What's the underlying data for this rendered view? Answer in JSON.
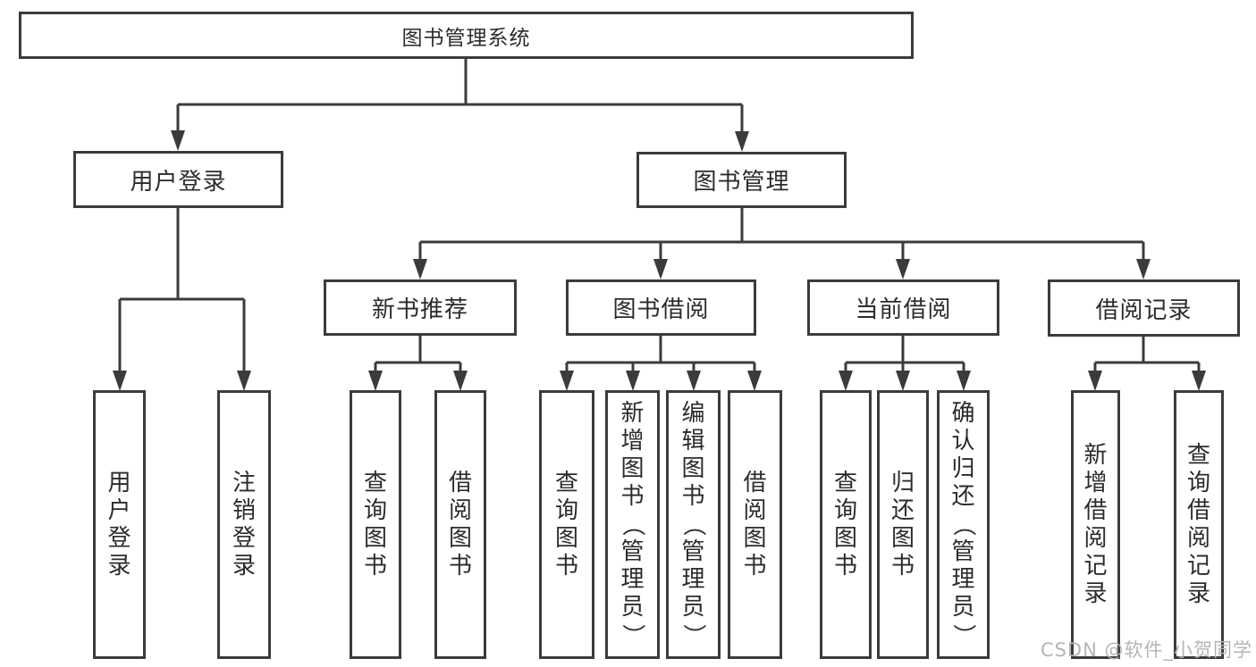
{
  "title": {
    "label": "图书管理系统"
  },
  "nodes": {
    "level2": [
      {
        "label": "用户登录"
      },
      {
        "label": "图书管理"
      }
    ],
    "level3": [
      {
        "label": "新书推荐"
      },
      {
        "label": "图书借阅"
      },
      {
        "label": "当前借阅"
      },
      {
        "label": "借阅记录"
      }
    ],
    "leaves": [
      {
        "label": "用户登录"
      },
      {
        "label": "注销登录"
      },
      {
        "label": "查询图书"
      },
      {
        "label": "借阅图书"
      },
      {
        "label": "查询图书"
      },
      {
        "label": "新增图书（管理员）"
      },
      {
        "label": "编辑图书（管理员）"
      },
      {
        "label": "借阅图书"
      },
      {
        "label": "查询图书"
      },
      {
        "label": "归还图书"
      },
      {
        "label": "确认归还（管理员）"
      },
      {
        "label": "新增借阅记录"
      },
      {
        "label": "查询借阅记录"
      }
    ]
  },
  "watermark": {
    "text": "CSDN @软件_小贺同学"
  },
  "colors": {
    "line": "#3b3b3b",
    "text": "#2b2b2b",
    "watermark": "#b5b5b5",
    "background": "#ffffff"
  }
}
